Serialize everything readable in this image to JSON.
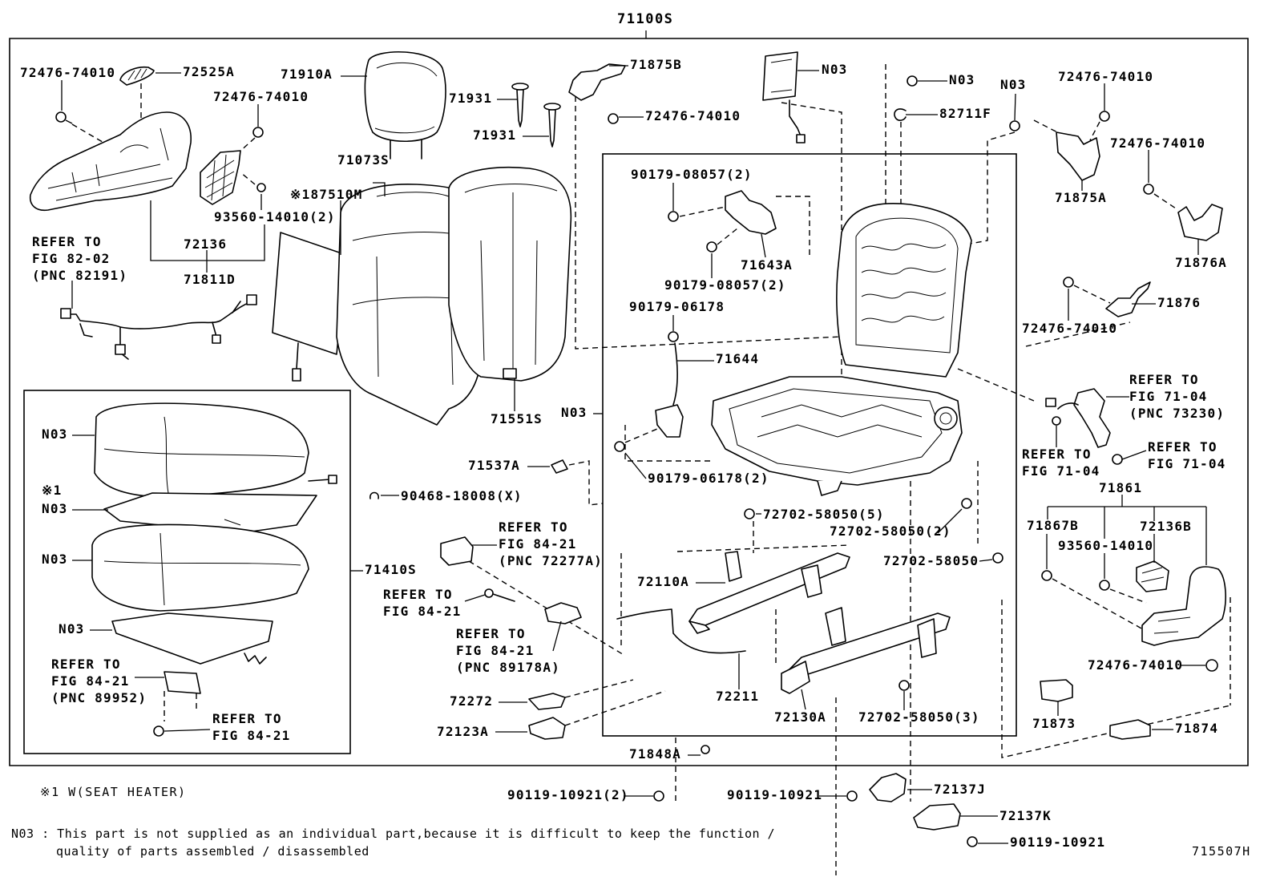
{
  "assembly_label": "71100S",
  "diagram_code": "715507H",
  "part_labels": [
    "72476-74010",
    "72525A",
    "71910A",
    "72476-74010",
    "71931",
    "71931",
    "71875B",
    "72476-74010",
    "N03",
    "N03",
    "N03",
    "72476-74010",
    "82711F",
    "72476-74010",
    "71875A",
    "71876A",
    "71876",
    "72476-74010",
    "71073S",
    "※187510M",
    "93560-14010(2)",
    "72136",
    "71811D",
    "90179-08057(2)",
    "71643A",
    "90179-08057(2)",
    "90179-06178",
    "71644",
    "N03",
    "71551S",
    "71537A",
    "90179-06178(2)",
    "90468-18008(X)",
    "N03",
    "※1",
    "N03",
    "N03",
    "71410S",
    "N03",
    "72702-58050(5)",
    "72702-58050(2)",
    "72702-58050",
    "72110A",
    "72211",
    "72130A",
    "72702-58050(3)",
    "71848A",
    "72272",
    "72123A",
    "71861",
    "71867B",
    "72136B",
    "93560-14010",
    "72476-74010",
    "71873",
    "71874",
    "90119-10921(2)",
    "90119-10921",
    "72137J",
    "72137K",
    "90119-10921"
  ],
  "refer_notes": [
    {
      "lines": [
        "REFER TO",
        "FIG 82-02",
        "(PNC 82191)"
      ]
    },
    {
      "lines": [
        "REFER TO",
        "FIG 84-21",
        "(PNC 89952)"
      ]
    },
    {
      "lines": [
        "REFER TO",
        "FIG 84-21"
      ]
    },
    {
      "lines": [
        "REFER TO",
        "FIG 84-21",
        "(PNC 72277A)"
      ]
    },
    {
      "lines": [
        "REFER TO",
        "FIG 84-21"
      ]
    },
    {
      "lines": [
        "REFER TO",
        "FIG 84-21",
        "(PNC 89178A)"
      ]
    },
    {
      "lines": [
        "REFER TO",
        "FIG 71-04",
        "(PNC 73230)"
      ]
    },
    {
      "lines": [
        "REFER TO",
        "FIG 71-04"
      ]
    },
    {
      "lines": [
        "REFER TO",
        "FIG 71-04"
      ]
    }
  ],
  "footnotes": {
    "heater_note": "※1 W(SEAT HEATER)",
    "n03_line1": "N03 : This part is not supplied as an individual part,because it is difficult to keep the function /",
    "n03_line2": "quality of parts assembled / disassembled"
  }
}
